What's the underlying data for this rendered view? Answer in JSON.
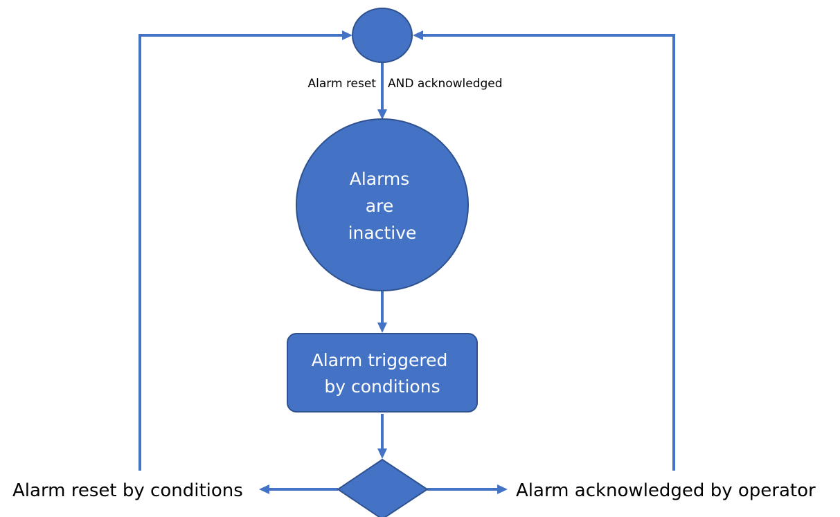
{
  "nodes": {
    "start": {
      "label": ""
    },
    "inactive": {
      "lines": [
        "Alarms",
        "are",
        "inactive"
      ]
    },
    "triggered": {
      "lines": [
        "Alarm triggered",
        "by conditions"
      ]
    },
    "decision": {
      "label": ""
    }
  },
  "labels": {
    "return_condition_left": "Alarm reset",
    "return_condition_right": "AND acknowledged",
    "branch_left": "Alarm reset by conditions",
    "branch_right": "Alarm acknowledged by operator"
  },
  "colors": {
    "shape_fill": "#4472c4",
    "shape_stroke": "#2f528f",
    "connector": "#4472c4",
    "node_text": "#ffffff",
    "label_text": "#000000"
  }
}
